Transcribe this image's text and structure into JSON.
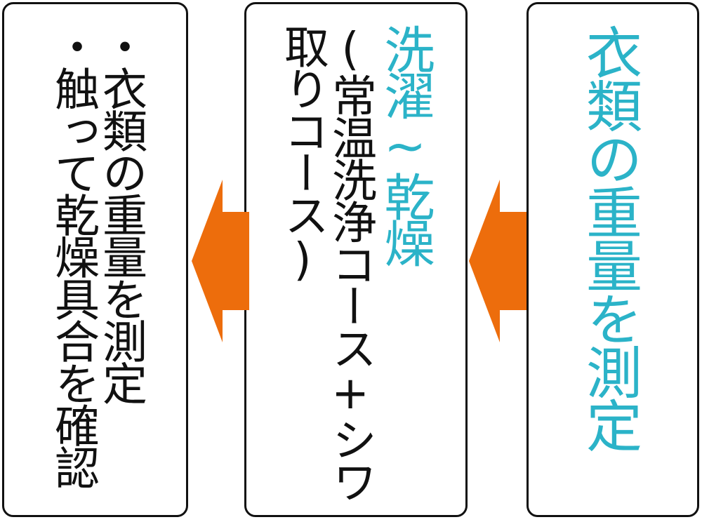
{
  "steps": [
    {
      "title": "衣類の重量を測定"
    },
    {
      "title": "洗濯~乾燥",
      "detail_line1": "(常温洗浄コース+シワ",
      "detail_line2": "取りコース)"
    },
    {
      "bullets": [
        "・衣類の重量を測定",
        "・触って乾燥具合を確認"
      ]
    }
  ],
  "colors": {
    "accent_text": "#2bb3c8",
    "arrow": "#ed6d0c",
    "border": "#111111"
  },
  "icons": {
    "flow_arrow": "left-arrow-icon"
  }
}
